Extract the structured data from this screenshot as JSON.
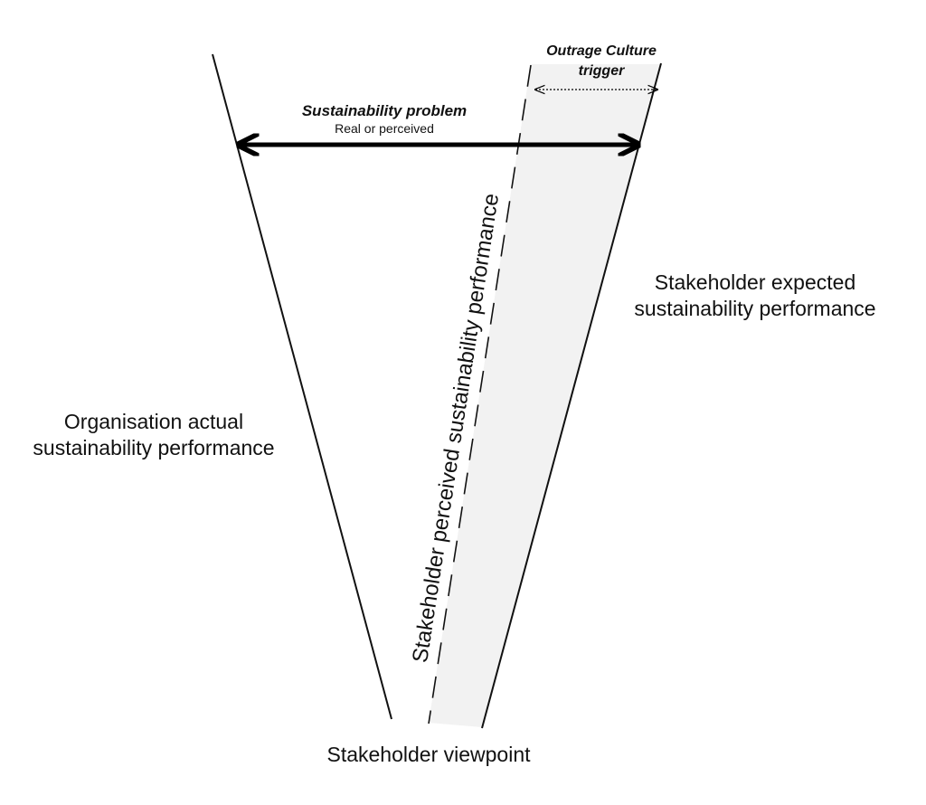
{
  "title_problem": "Sustainability problem",
  "subtitle_problem": "Real or perceived",
  "outrage_line1": "Outrage Culture",
  "outrage_line2": "trigger",
  "expected_line1": "Stakeholder expected",
  "expected_line2": "sustainability performance",
  "actual_line1": "Organisation actual",
  "actual_line2": "sustainability performance",
  "perceived_label": "Stakeholder perceived sustainability performance",
  "viewpoint_label": "Stakeholder viewpoint",
  "colors": {
    "band_fill": "#f2f2f2",
    "line": "#111111"
  }
}
